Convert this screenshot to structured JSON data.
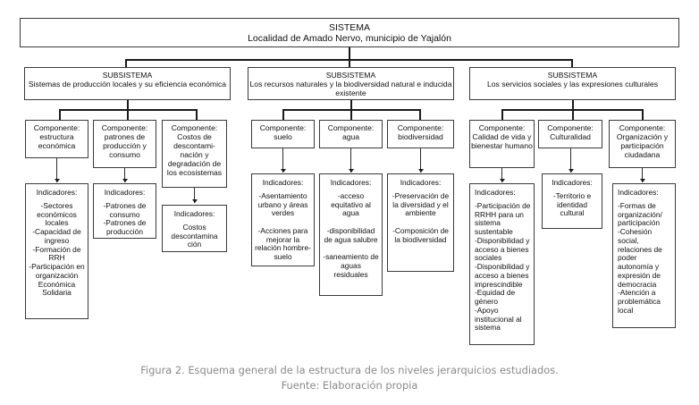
{
  "figure": {
    "caption_line1": "Figura 2. Esquema general de la estructura de los niveles jerarquicios estudiados.",
    "caption_line2": "Fuente: Elaboración propia"
  },
  "system": {
    "title": "SISTEMA",
    "subtitle": "Localidad de Amado Nervo, municipio de Yajalón"
  },
  "subsystems": [
    {
      "title": "SUBSISTEMA",
      "subtitle": "Sistemas de producción locales y su eficiencia económica",
      "components": [
        {
          "title": "Componente:",
          "subtitle": "estructura económica",
          "indicator": {
            "title": "Indicadores:",
            "items": "-Sectores económicos locales\n-Capacidad de ingreso\n-Formación de RRH\n-Participación en organización Económica Solidaria"
          }
        },
        {
          "title": "Componente:",
          "subtitle": "patrones de producción y consumo",
          "indicator": {
            "title": "Indicadores:",
            "items": "-Patrones de consumo\n-Patrones de producción"
          }
        },
        {
          "title": "Componente:",
          "subtitle": "Costos de descontami-nación y degradación de los ecosistemas",
          "indicator": {
            "title": "Indicadores:",
            "items": "Costos descontamina ción"
          }
        }
      ]
    },
    {
      "title": "SUBSISTEMA",
      "subtitle": "Los recursos naturales y la biodiversidad natural e inducida existente",
      "components": [
        {
          "title": "Componente:",
          "subtitle": "suelo",
          "indicator": {
            "title": "Indicadores:",
            "items": "-Asentamiento urbano y áreas verdes\n\n-Acciones para mejorar la relación hombre-suelo"
          }
        },
        {
          "title": "Componente:",
          "subtitle": "agua",
          "indicator": {
            "title": "Indicadores:",
            "items": "-acceso equitativo al agua\n\n-disponibilidad de agua salubre\n\n-saneamiento de aguas residuales"
          }
        },
        {
          "title": "Componente:",
          "subtitle": "biodiversidad",
          "indicator": {
            "title": "Indicadores:",
            "items": "-Preservación de la diversidad y el ambiente\n\n-Composición de la biodiversidad"
          }
        }
      ]
    },
    {
      "title": "SUBSISTEMA",
      "subtitle": "Los servicios sociales y las expresiones culturales",
      "components": [
        {
          "title": "Componente:",
          "subtitle": "Calidad de vida y bienestar humano",
          "indicator": {
            "title": "Indicadores:",
            "items": "-Participación de RRHH para un sistema sustentable\n-Disponibilidad y acceso a bienes sociales\n-Disponibilidad y acceso a bienes imprescindible\n-Equidad de género\n-Apoyo institucional al sistema"
          }
        },
        {
          "title": "Componente:",
          "subtitle": "Culturalidad",
          "indicator": {
            "title": "Indicadores:",
            "items": "-Territorio e identidad cultural"
          }
        },
        {
          "title": "Componente:",
          "subtitle": "Organización y participación ciudadana",
          "indicator": {
            "title": "Indicadores:",
            "items": "-Formas de organización/ participación\n-Cohesión social, relaciones de poder autonomía y expresión de democracia\n-Atención a problemática local"
          }
        }
      ]
    }
  ]
}
